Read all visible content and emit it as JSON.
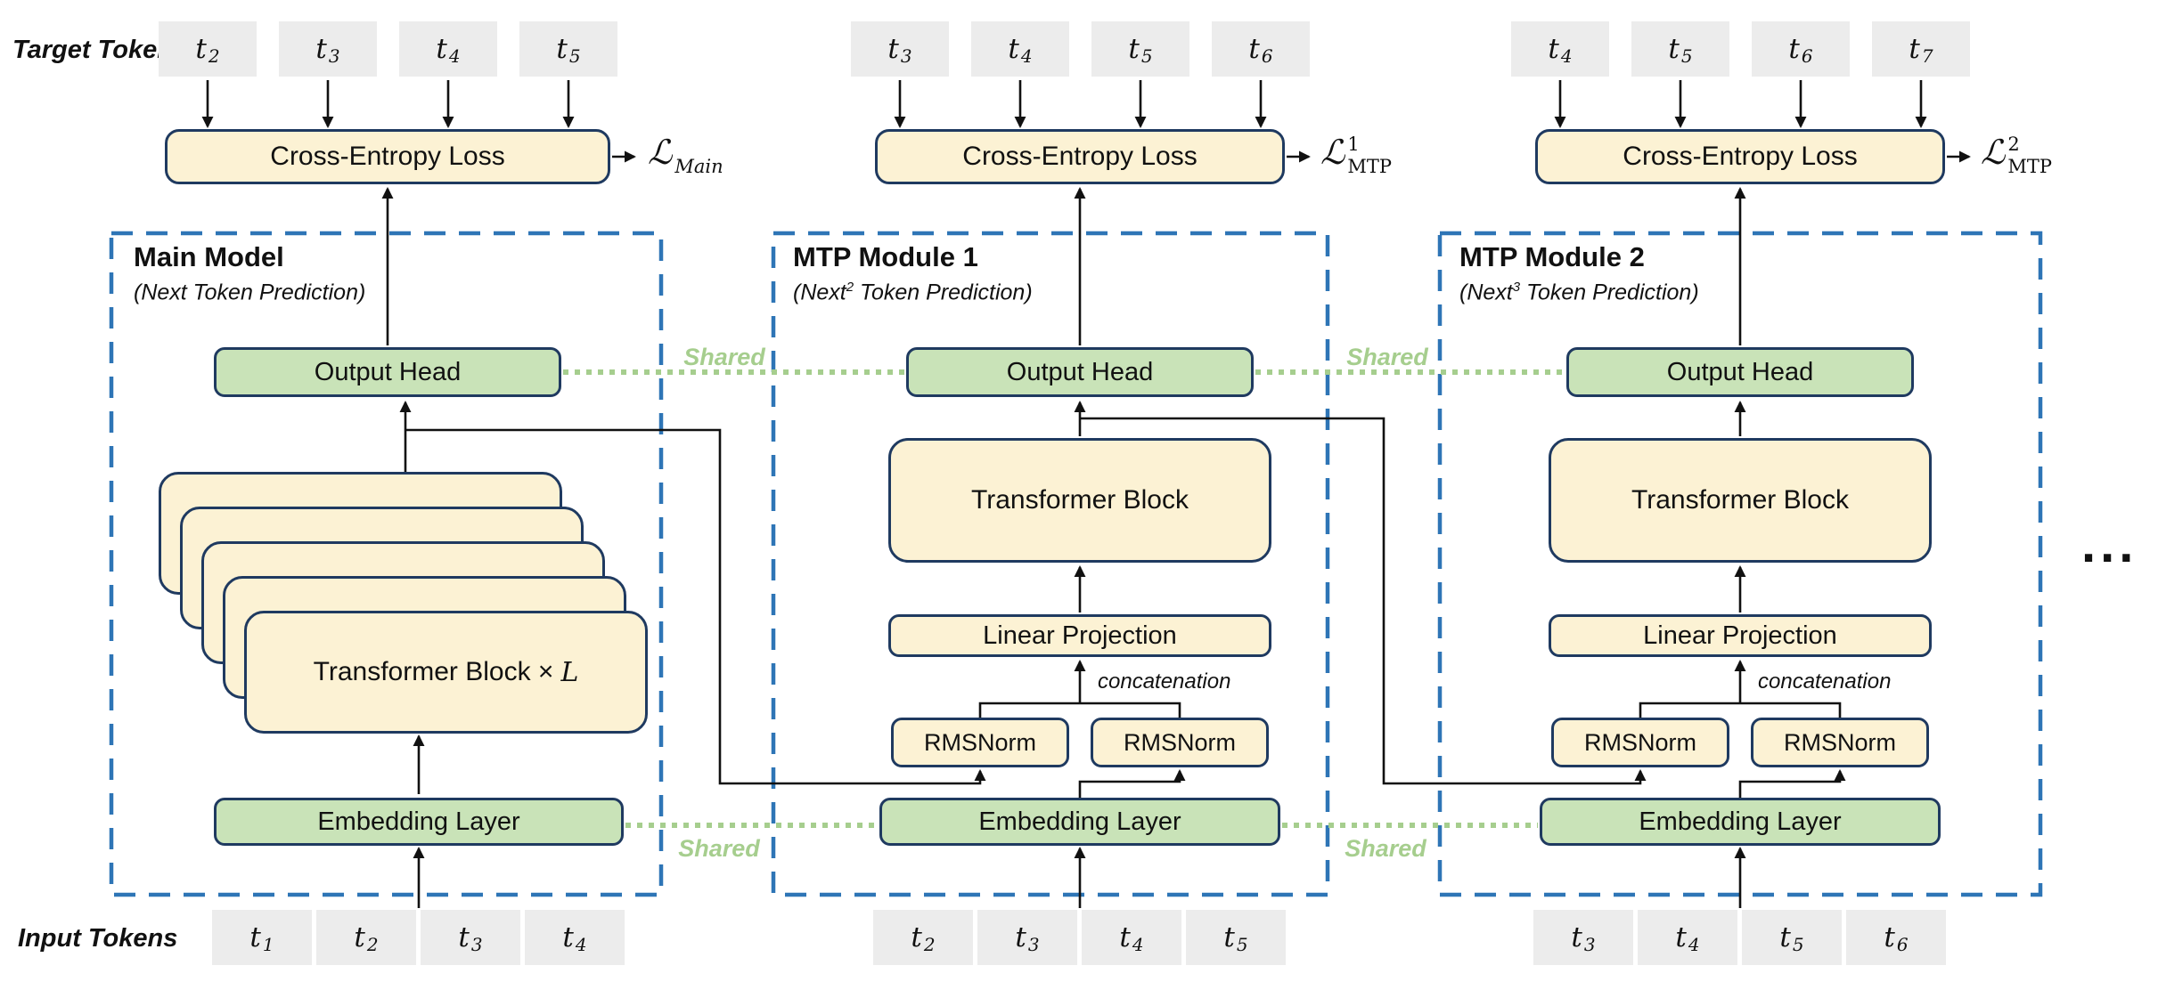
{
  "figure": {
    "target_tokens_label": "Target Tokens",
    "input_tokens_label": "Input Tokens",
    "shared_label": "Shared",
    "concatenation_label": "concatenation",
    "ellipsis": "..."
  },
  "glyphs": {
    "token_base": "t",
    "loss_symbol": "ℒ"
  },
  "colors": {
    "cream_box": "#FCF2D4",
    "green_box": "#C9E3B8",
    "navy_border": "#1F3A60",
    "token_gray": "#ECECEC",
    "module_border_blue": "#2E75B6",
    "shared_green": "#A6CE8E",
    "arrow_black": "#111111"
  },
  "modules": [
    {
      "title": "Main Model",
      "subtitle_pre": "(Next",
      "subtitle_sup": "",
      "subtitle_post": " Token Prediction)",
      "target_token_subs": [
        "2",
        "3",
        "4",
        "5"
      ],
      "input_token_subs": [
        "1",
        "2",
        "3",
        "4"
      ],
      "cross_entropy_label": "Cross-Entropy Loss",
      "loss_sup": "",
      "loss_sub": "Main",
      "output_head_label": "Output Head",
      "transformer_label": "Transformer Block ×",
      "transformer_var": "L",
      "embedding_label": "Embedding Layer"
    },
    {
      "title": "MTP Module 1",
      "subtitle_pre": "(Next",
      "subtitle_sup": "2",
      "subtitle_post": " Token Prediction)",
      "target_token_subs": [
        "3",
        "4",
        "5",
        "6"
      ],
      "input_token_subs": [
        "2",
        "3",
        "4",
        "5"
      ],
      "cross_entropy_label": "Cross-Entropy Loss",
      "loss_sup": "1",
      "loss_sub": "MTP",
      "output_head_label": "Output Head",
      "transformer_label": "Transformer Block",
      "linear_projection_label": "Linear Projection",
      "rmsnorm_left_label": "RMSNorm",
      "rmsnorm_right_label": "RMSNorm",
      "embedding_label": "Embedding Layer"
    },
    {
      "title": "MTP Module 2",
      "subtitle_pre": "(Next",
      "subtitle_sup": "3",
      "subtitle_post": " Token Prediction)",
      "target_token_subs": [
        "4",
        "5",
        "6",
        "7"
      ],
      "input_token_subs": [
        "3",
        "4",
        "5",
        "6"
      ],
      "cross_entropy_label": "Cross-Entropy Loss",
      "loss_sup": "2",
      "loss_sub": "MTP",
      "output_head_label": "Output Head",
      "transformer_label": "Transformer Block",
      "linear_projection_label": "Linear Projection",
      "rmsnorm_left_label": "RMSNorm",
      "rmsnorm_right_label": "RMSNorm",
      "embedding_label": "Embedding Layer"
    }
  ]
}
